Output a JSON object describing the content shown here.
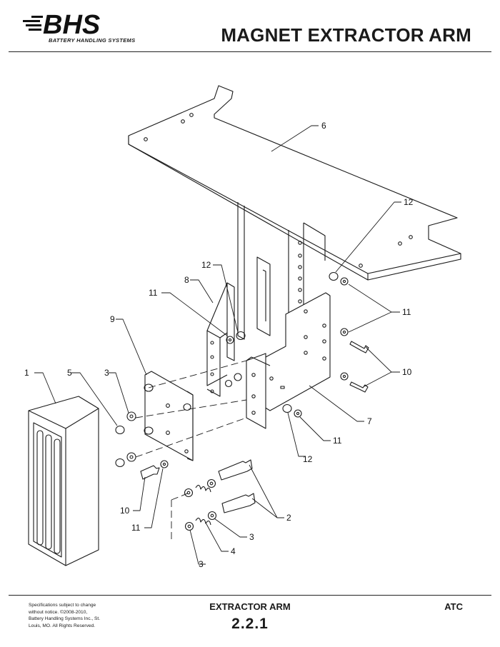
{
  "header": {
    "logo_text": "BHS",
    "logo_subtitle": "BATTERY HANDLING SYSTEMS",
    "title": "MAGNET EXTRACTOR ARM"
  },
  "diagram": {
    "callouts": [
      "1",
      "5",
      "3",
      "9",
      "11",
      "8",
      "12",
      "6",
      "12",
      "11",
      "10",
      "7",
      "11",
      "12",
      "10",
      "11",
      "2",
      "3",
      "4",
      "3"
    ]
  },
  "footer": {
    "notice_lines": [
      "Specifications subject to change",
      "without notice. ©2008-2010,",
      "Battery Handling Systems Inc., St.",
      "Louis, MO. All Rights Reserved."
    ],
    "section": "EXTRACTOR ARM",
    "number": "2.2.1",
    "code": "ATC"
  }
}
